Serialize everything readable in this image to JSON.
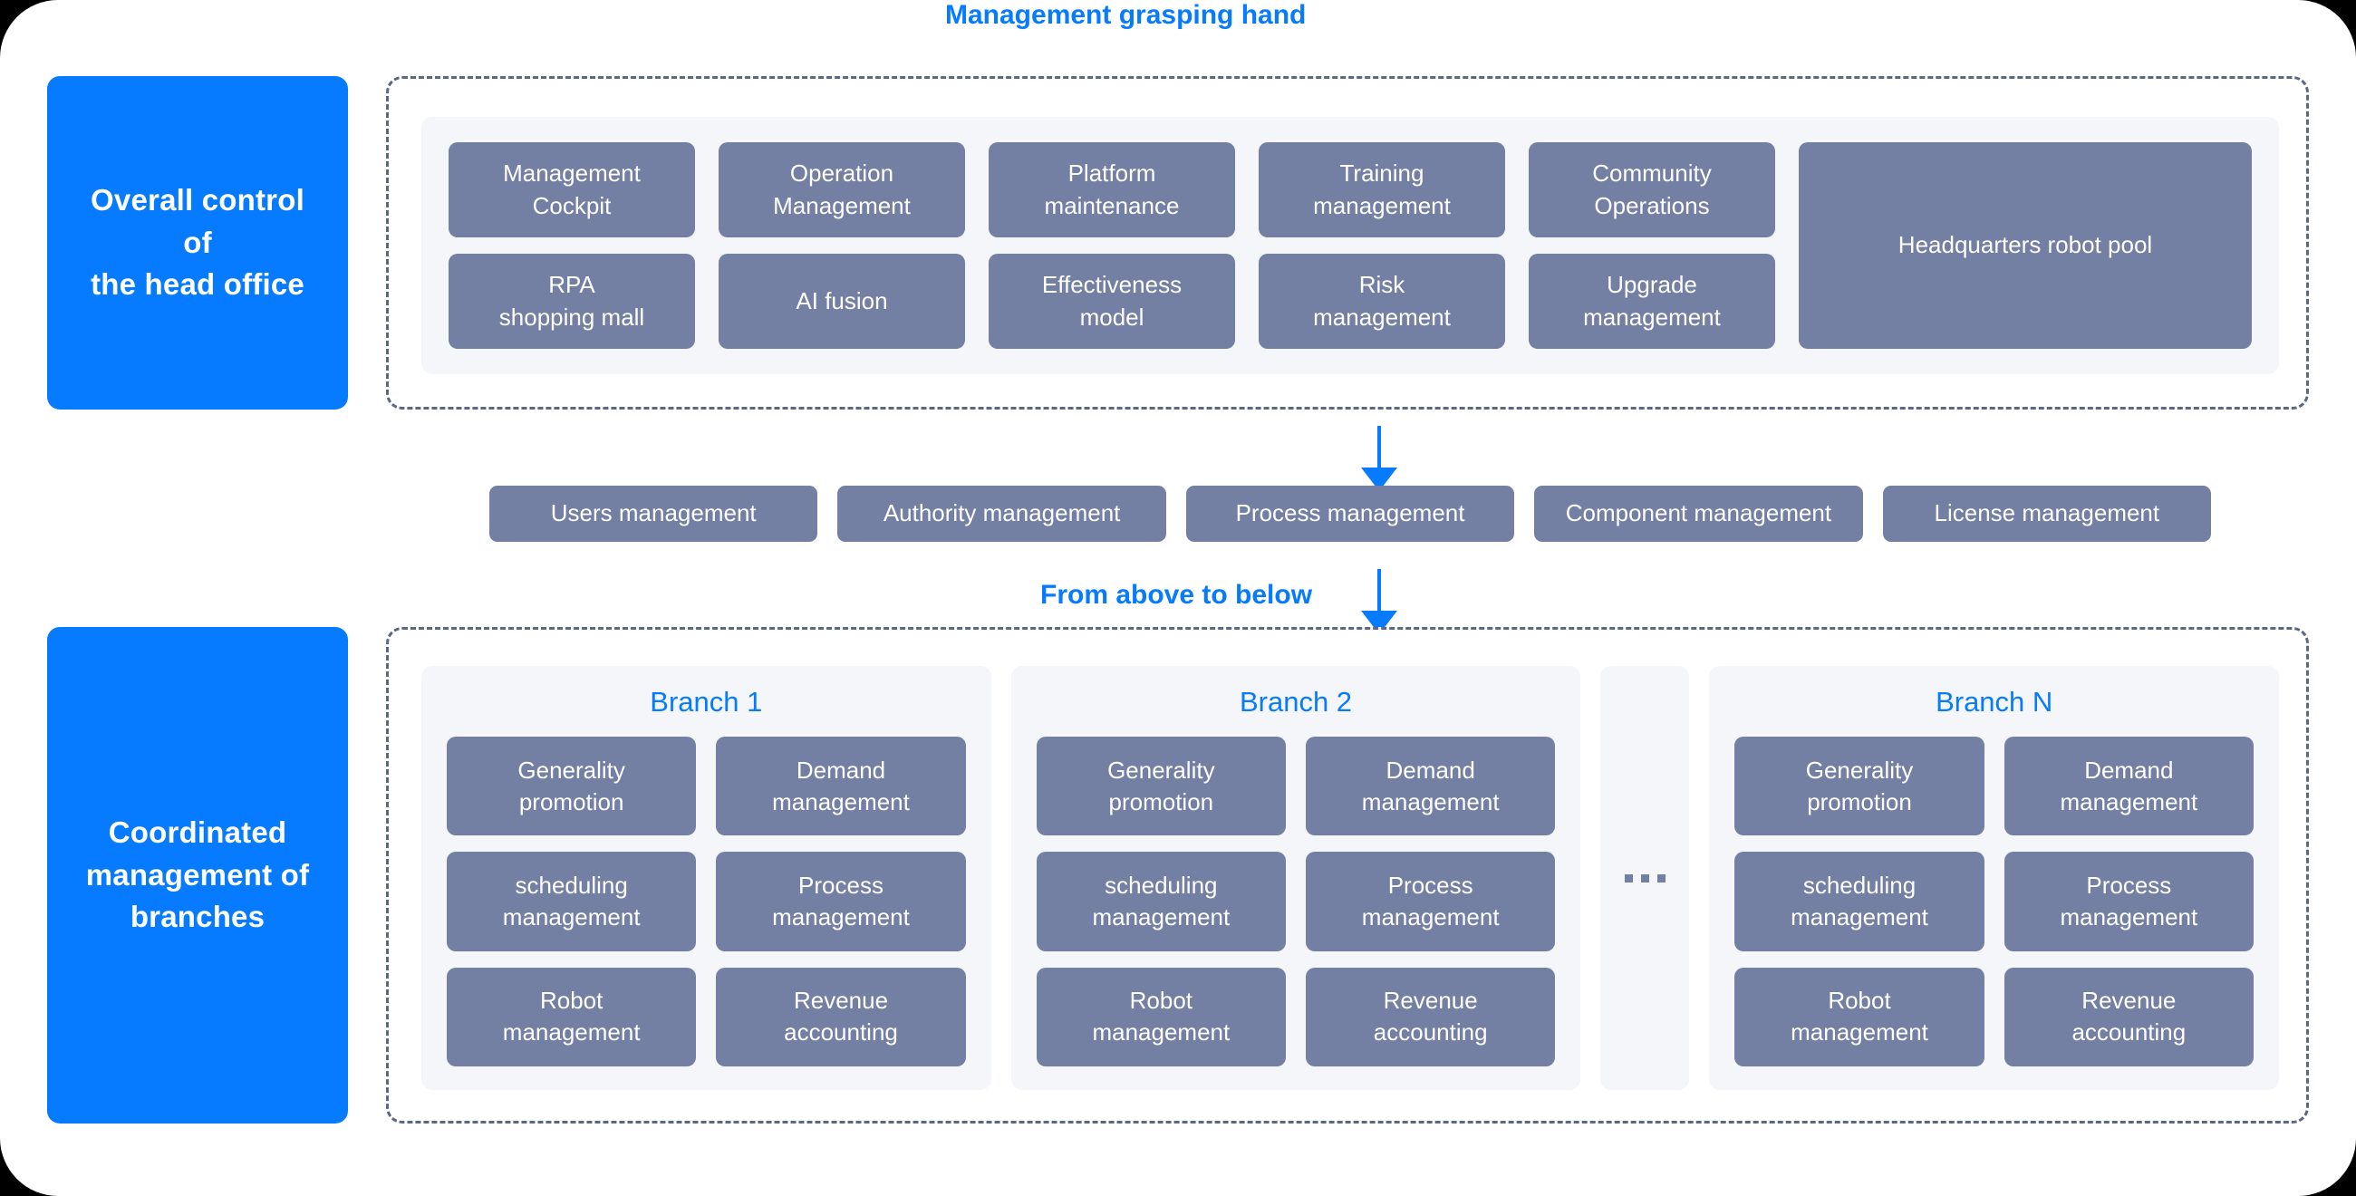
{
  "theme": {
    "accent_blue": "#077BFF",
    "box_slate": "#737FA3",
    "panel_gray": "#F4F6F9",
    "dashed_border": "#5C6781",
    "page_bg": "#FFFFFF"
  },
  "head_office": {
    "label": "Overall control\nof\nthe head office",
    "label_lines": [
      "Overall control",
      "of",
      "the head office"
    ],
    "modules": [
      "Management Cockpit",
      "Operation Management",
      "Platform maintenance",
      "Training management",
      "Community Operations",
      "RPA shopping mall",
      "AI fusion",
      "Effectiveness model",
      "Risk management",
      "Upgrade management"
    ],
    "module_lines": [
      [
        "Management",
        "Cockpit"
      ],
      [
        "Operation",
        "Management"
      ],
      [
        "Platform",
        "maintenance"
      ],
      [
        "Training",
        "management"
      ],
      [
        "Community",
        "Operations"
      ],
      [
        "RPA",
        "shopping mall"
      ],
      [
        "AI fusion",
        ""
      ],
      [
        "Effectiveness",
        "model"
      ],
      [
        "Risk",
        "management"
      ],
      [
        "Upgrade",
        "management"
      ]
    ],
    "robot_pool": "Headquarters robot pool"
  },
  "middle": {
    "grasping_caption": "Management grasping hand",
    "from_above_caption": "From above to below",
    "arrow_icon": "arrow-down-icon",
    "management_items": [
      "Users management",
      "Authority management",
      "Process management",
      "Component management",
      "License management"
    ]
  },
  "branches": {
    "label": "Coordinated\nmanagement of\nbranches",
    "label_lines": [
      "Coordinated",
      "management of",
      "branches"
    ],
    "ellipsis": "···",
    "cards": [
      {
        "title": "Branch 1",
        "modules": [
          "Generality promotion",
          "Demand management",
          "scheduling management",
          "Process management",
          "Robot management",
          "Revenue accounting"
        ],
        "module_lines": [
          [
            "Generality",
            "promotion"
          ],
          [
            "Demand",
            "management"
          ],
          [
            "scheduling",
            "management"
          ],
          [
            "Process",
            "management"
          ],
          [
            "Robot",
            "management"
          ],
          [
            "Revenue",
            "accounting"
          ]
        ]
      },
      {
        "title": "Branch 2",
        "modules": [
          "Generality promotion",
          "Demand management",
          "scheduling management",
          "Process management",
          "Robot management",
          "Revenue accounting"
        ],
        "module_lines": [
          [
            "Generality",
            "promotion"
          ],
          [
            "Demand",
            "management"
          ],
          [
            "scheduling",
            "management"
          ],
          [
            "Process",
            "management"
          ],
          [
            "Robot",
            "management"
          ],
          [
            "Revenue",
            "accounting"
          ]
        ]
      },
      {
        "title": "Branch N",
        "modules": [
          "Generality promotion",
          "Demand management",
          "scheduling management",
          "Process management",
          "Robot management",
          "Revenue accounting"
        ],
        "module_lines": [
          [
            "Generality",
            "promotion"
          ],
          [
            "Demand",
            "management"
          ],
          [
            "scheduling",
            "management"
          ],
          [
            "Process",
            "management"
          ],
          [
            "Robot",
            "management"
          ],
          [
            "Revenue",
            "accounting"
          ]
        ]
      }
    ]
  }
}
